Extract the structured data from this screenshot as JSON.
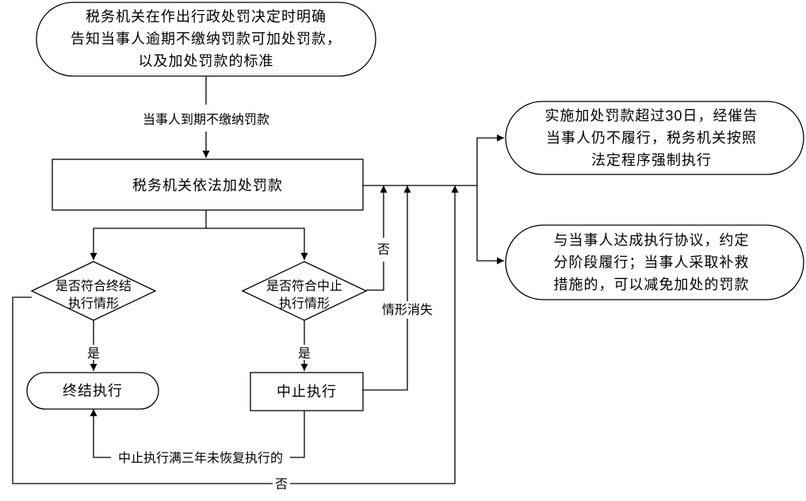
{
  "nodes": {
    "notify": {
      "lines": [
        "税务机关在作出行政处罚决定时明确",
        "告知当事人逾期不缴纳罚款可加处罚款，",
        "以及加处罚款的标准"
      ]
    },
    "surcharge": {
      "lines": [
        "税务机关依法加处罚款"
      ]
    },
    "terminate_check": {
      "lines": [
        "是否符合终结",
        "执行情形"
      ]
    },
    "suspend_check": {
      "lines": [
        "是否符合中止",
        "执行情形"
      ]
    },
    "terminate": {
      "lines": [
        "终结执行"
      ]
    },
    "suspend": {
      "lines": [
        "中止执行"
      ]
    },
    "enforce": {
      "lines": [
        "实施加处罚款超过30日，经催告",
        "当事人仍不履行，税务机关按照",
        "法定程序强制执行"
      ]
    },
    "agreement": {
      "lines": [
        "与当事人达成执行协议，约定",
        "分阶段履行；当事人采取补救",
        "措施的，可以减免加处的罚款"
      ]
    }
  },
  "edges": {
    "overdue": "当事人到期不缴纳罚款",
    "terminate_yes": "是",
    "suspend_yes": "是",
    "suspend_no": "否",
    "situation_gone": "情形消失",
    "three_years": "中止执行满三年未恢复执行的",
    "terminate_no": "否"
  }
}
